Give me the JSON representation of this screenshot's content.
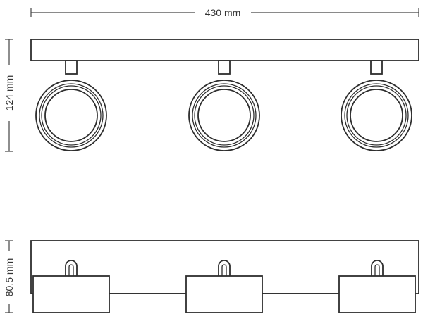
{
  "dimensions": {
    "width_label": "430 mm",
    "front_height_label": "124 mm",
    "side_height_label": "80.5 mm"
  },
  "spotlights": {
    "count": 3
  },
  "colors": {
    "line": "#2e2e2e",
    "text": "#333333",
    "background": "#ffffff"
  }
}
